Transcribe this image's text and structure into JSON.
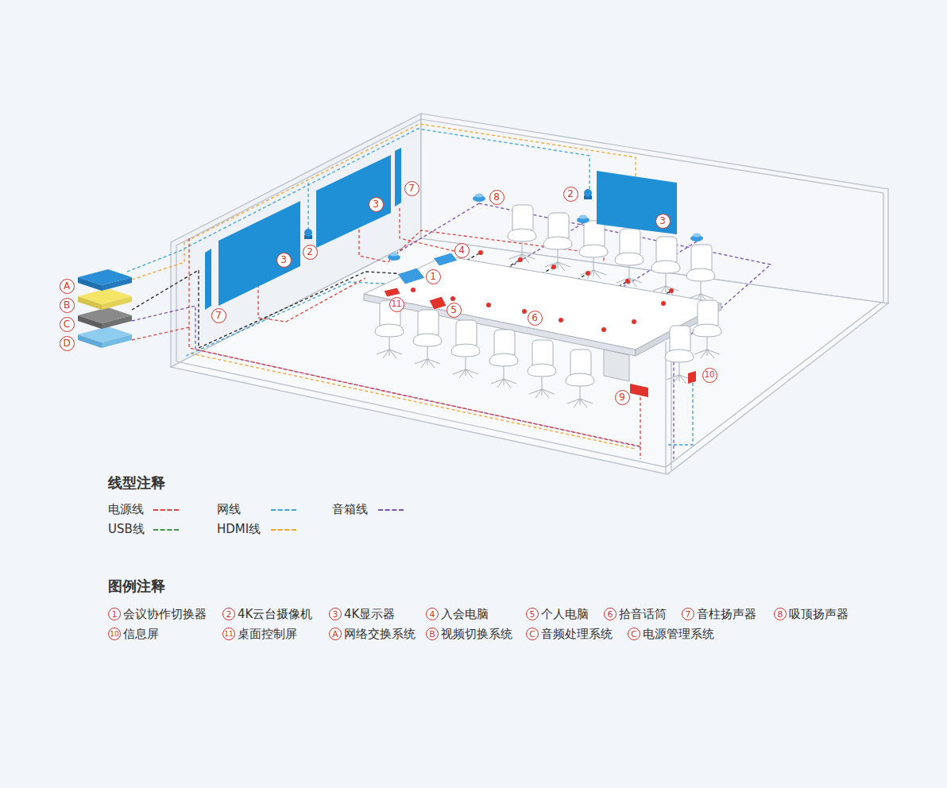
{
  "diagram": {
    "labels": [
      "7",
      "8",
      "2",
      "3",
      "3",
      "A",
      "4",
      "3",
      "2",
      "1",
      "B",
      "11",
      "5",
      "7",
      "6",
      "C",
      "D",
      "10",
      "9",
      "线型注释",
      "图例注释",
      "1",
      "2",
      "3",
      "4",
      "5",
      "6",
      "7",
      "8",
      "10",
      "11",
      "A",
      "B",
      "C",
      "C"
    ],
    "legend": [
      {
        "text": "电源线"
      },
      {
        "text": "网线"
      },
      {
        "text": "音箱线"
      },
      {
        "text": "USB线"
      },
      {
        "text": "HDMI线"
      },
      {
        "text": "会议协作切换器"
      },
      {
        "text": "4K云台摄像机"
      },
      {
        "text": "4K显示器"
      },
      {
        "text": "入会电脑"
      },
      {
        "text": "个人电脑"
      },
      {
        "text": "拾音话筒"
      },
      {
        "text": "音柱扬声器"
      },
      {
        "text": "吸顶扬声器"
      },
      {
        "text": "信息屏"
      },
      {
        "text": "桌面控制屏"
      },
      {
        "text": "网络交换系统"
      },
      {
        "text": "视频切换系统"
      },
      {
        "text": "音频处理系统"
      },
      {
        "text": "电源管理系统"
      }
    ]
  }
}
